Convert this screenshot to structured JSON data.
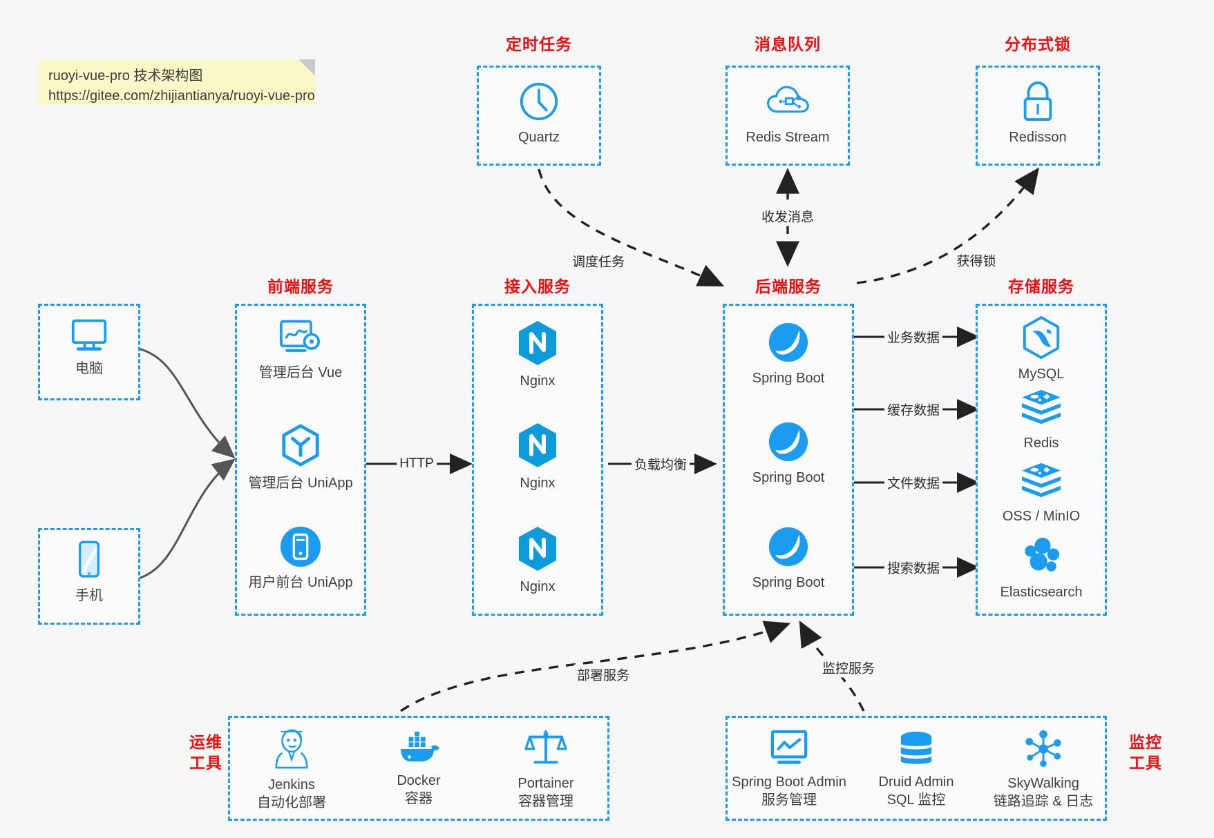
{
  "note": {
    "line1": "ruoyi-vue-pro 技术架构图",
    "line2": "https://gitee.com/zhijiantianya/ruoyi-vue-pro"
  },
  "colors": {
    "accent_blue": "#1b9cf0",
    "title_red": "#ef0d10",
    "background": "#f7f7f7",
    "note_yellow": "#fbf8c8",
    "arrow_gray": "#555555",
    "text_dark": "#404040"
  },
  "groups": {
    "scheduled_task": {
      "title": "定时任务",
      "nodes": [
        {
          "label": "Quartz",
          "icon": "clock-icon"
        }
      ]
    },
    "message_queue": {
      "title": "消息队列",
      "nodes": [
        {
          "label": "Redis Stream",
          "icon": "cloud-stream-icon"
        }
      ]
    },
    "distributed_lock": {
      "title": "分布式锁",
      "nodes": [
        {
          "label": "Redisson",
          "icon": "lock-icon"
        }
      ]
    },
    "clients": {
      "nodes": [
        {
          "label": "电脑",
          "icon": "desktop-monitor-icon"
        },
        {
          "label": "手机",
          "icon": "mobile-phone-icon"
        }
      ]
    },
    "frontend": {
      "title": "前端服务",
      "nodes": [
        {
          "label": "管理后台 Vue",
          "icon": "dashboard-gear-icon"
        },
        {
          "label": "管理后台 UniApp",
          "icon": "uniapp-hexagon-icon"
        },
        {
          "label": "用户前台 UniApp",
          "icon": "mobile-circle-icon"
        }
      ]
    },
    "gateway": {
      "title": "接入服务",
      "nodes": [
        {
          "label": "Nginx",
          "icon": "nginx-icon"
        },
        {
          "label": "Nginx",
          "icon": "nginx-icon"
        },
        {
          "label": "Nginx",
          "icon": "nginx-icon"
        }
      ]
    },
    "backend": {
      "title": "后端服务",
      "nodes": [
        {
          "label": "Spring Boot",
          "icon": "spring-boot-icon"
        },
        {
          "label": "Spring Boot",
          "icon": "spring-boot-icon"
        },
        {
          "label": "Spring Boot",
          "icon": "spring-boot-icon"
        }
      ]
    },
    "storage": {
      "title": "存储服务",
      "nodes": [
        {
          "label": "MySQL",
          "icon": "mysql-dolphin-icon"
        },
        {
          "label": "Redis",
          "icon": "redis-stack-icon"
        },
        {
          "label": "OSS / MinIO",
          "icon": "oss-stack-icon"
        },
        {
          "label": "Elasticsearch",
          "icon": "elasticsearch-icon"
        }
      ]
    },
    "devops": {
      "title_line1": "运维",
      "title_line2": "工具",
      "nodes": [
        {
          "label": "Jenkins",
          "sublabel": "自动化部署",
          "icon": "jenkins-butler-icon"
        },
        {
          "label": "Docker",
          "sublabel": "容器",
          "icon": "docker-whale-icon"
        },
        {
          "label": "Portainer",
          "sublabel": "容器管理",
          "icon": "portainer-scales-icon"
        }
      ]
    },
    "monitoring": {
      "title_line1": "监控",
      "title_line2": "工具",
      "nodes": [
        {
          "label": "Spring Boot Admin",
          "sublabel": "服务管理",
          "icon": "monitor-chart-icon"
        },
        {
          "label": "Druid Admin",
          "sublabel": "SQL 监控",
          "icon": "database-cylinder-icon"
        },
        {
          "label": "SkyWalking",
          "sublabel": "链路追踪 & 日志",
          "icon": "skywalking-node-icon"
        }
      ]
    }
  },
  "edges": [
    {
      "label": "HTTP",
      "from": "frontend",
      "to": "gateway"
    },
    {
      "label": "负载均衡",
      "from": "gateway",
      "to": "backend"
    },
    {
      "label": "调度任务",
      "from": "scheduled_task",
      "to": "backend"
    },
    {
      "label": "收发消息",
      "from": "message_queue",
      "to": "backend"
    },
    {
      "label": "获得锁",
      "from": "backend",
      "to": "distributed_lock"
    },
    {
      "label": "业务数据",
      "from": "backend",
      "to": "storage"
    },
    {
      "label": "缓存数据",
      "from": "backend",
      "to": "storage"
    },
    {
      "label": "文件数据",
      "from": "backend",
      "to": "storage"
    },
    {
      "label": "搜索数据",
      "from": "backend",
      "to": "storage"
    },
    {
      "label": "部署服务",
      "from": "devops",
      "to": "backend"
    },
    {
      "label": "监控服务",
      "from": "monitoring",
      "to": "backend"
    }
  ]
}
